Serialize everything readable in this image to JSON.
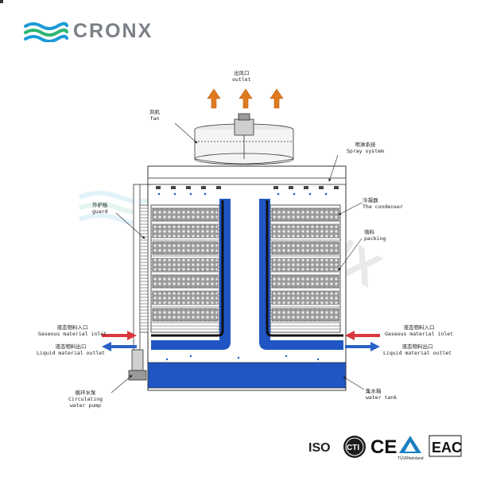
{
  "brand": {
    "name": "CRONX",
    "watermark": "CRONX"
  },
  "labels": {
    "outlet": {
      "cn": "出风口",
      "en": "outlet"
    },
    "fan": {
      "cn": "风机",
      "en": "fan"
    },
    "spray": {
      "cn": "喷淋系统",
      "en": "Spray system"
    },
    "condenser": {
      "cn": "冷凝器",
      "en": "The condenser"
    },
    "packing": {
      "cn": "填料",
      "en": "packing"
    },
    "guard": {
      "cn": "外护板",
      "en": "guard"
    },
    "gas_inlet_left": {
      "cn": "液态物料入口",
      "en": "Gaseous material inlet"
    },
    "liquid_outlet_left": {
      "cn": "液态物料出口",
      "en": "Liquid material outlet"
    },
    "gas_inlet_right": {
      "cn": "液态物料入口",
      "en": "Gaseous material inlet"
    },
    "liquid_outlet_right": {
      "cn": "液态物料出口",
      "en": "Liquid material outlet"
    },
    "pump": {
      "cn": "循环水泵",
      "en1": "Circulating",
      "en2": "water pump"
    },
    "tank": {
      "cn": "集水箱",
      "en": "water tank"
    }
  },
  "certifications": {
    "iso": "ISO",
    "cti": "CTI",
    "ce": "CE",
    "tuv": "TÜVRheinland",
    "eac": "EAC"
  },
  "colors": {
    "arrow_outlet": "#e07a1f",
    "arrow_inlet": "#d9363e",
    "arrow_outlet_liquid": "#2a62c9",
    "water": "#1f56c4",
    "logo_gray": "#7b7f86",
    "logo_blue": "#1b9ad6",
    "logo_green": "#2bb673"
  }
}
